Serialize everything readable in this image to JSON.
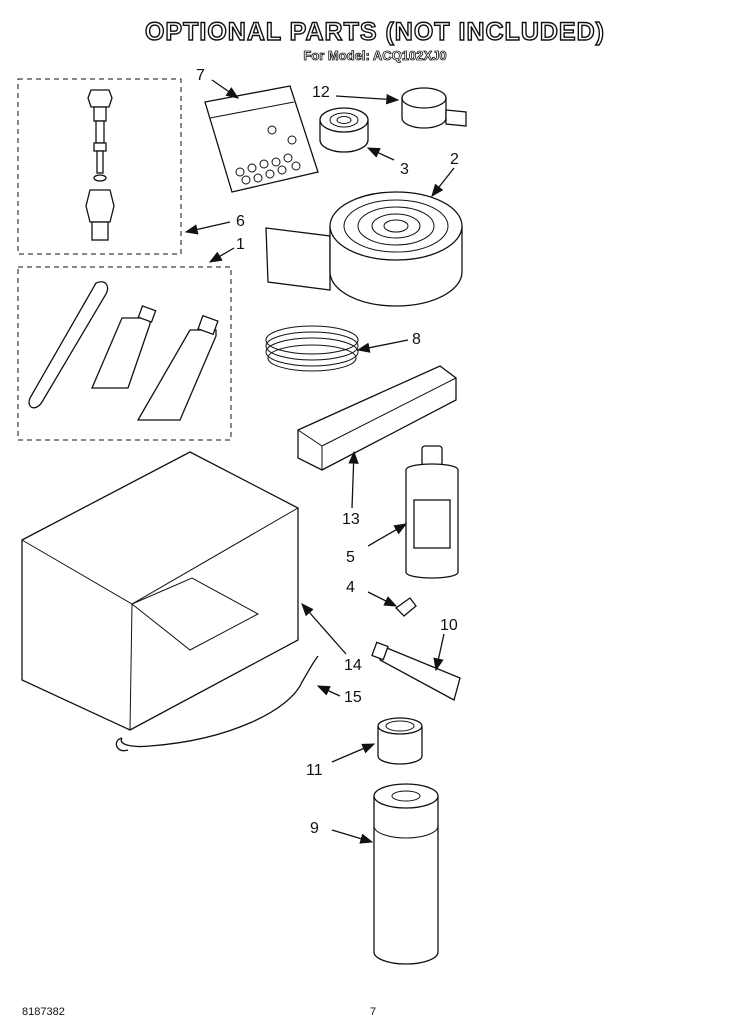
{
  "header": {
    "title": "OPTIONAL PARTS (NOT INCLUDED)",
    "subtitle": "For Model: ACQ102XJ0"
  },
  "callouts": [
    "1",
    "2",
    "3",
    "4",
    "5",
    "6",
    "7",
    "8",
    "9",
    "10",
    "11",
    "12",
    "13",
    "14",
    "15"
  ],
  "footer": {
    "part_number": "8187382",
    "page": "7"
  }
}
